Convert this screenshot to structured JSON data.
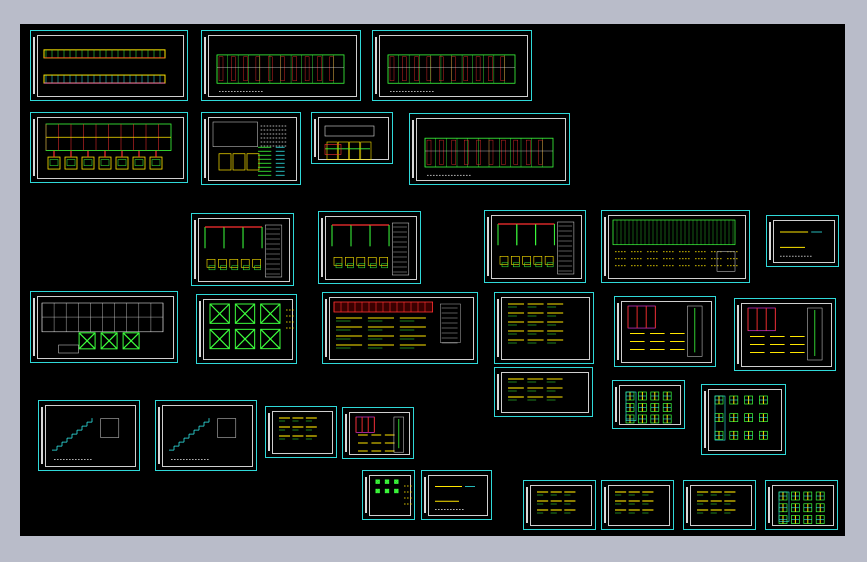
{
  "colors": {
    "viewport_bg": "#b9bcc9",
    "canvas_bg": "#000000",
    "sheet_border": "#2fd9d9",
    "line_green": "#3cff3c",
    "line_yellow": "#ffe600",
    "line_red": "#ff3030",
    "line_magenta": "#ff40ff",
    "line_white": "#dcdcdc",
    "line_cyan": "#30e8e8"
  },
  "icons": [
    "drawing-sheet-icon"
  ],
  "sheets": [
    {
      "name": "sheet-elevations",
      "kind": "elevation"
    },
    {
      "name": "sheet-plan-1",
      "kind": "plan"
    },
    {
      "name": "sheet-plan-2",
      "kind": "plan"
    },
    {
      "name": "sheet-foundation",
      "kind": "foundation"
    },
    {
      "name": "sheet-notes",
      "kind": "notes"
    },
    {
      "name": "sheet-sections",
      "kind": "sections"
    },
    {
      "name": "sheet-roof-plan",
      "kind": "plan"
    },
    {
      "name": "sheet-frame-1",
      "kind": "frame"
    },
    {
      "name": "sheet-frame-2",
      "kind": "frame"
    },
    {
      "name": "sheet-frame-3",
      "kind": "frame"
    },
    {
      "name": "sheet-roof-purlin",
      "kind": "grid"
    },
    {
      "name": "sheet-small-detail-1",
      "kind": "detail"
    },
    {
      "name": "sheet-bracing-elev",
      "kind": "bracing"
    },
    {
      "name": "sheet-bracing-details",
      "kind": "xbrace"
    },
    {
      "name": "sheet-beam-red",
      "kind": "beams"
    },
    {
      "name": "sheet-beams-yellow-1",
      "kind": "beams"
    },
    {
      "name": "sheet-column-details",
      "kind": "columns"
    },
    {
      "name": "sheet-column-details-2",
      "kind": "columns"
    },
    {
      "name": "sheet-beams-yellow-2",
      "kind": "beams"
    },
    {
      "name": "sheet-node-details-1",
      "kind": "nodes"
    },
    {
      "name": "sheet-node-details-2",
      "kind": "nodes"
    },
    {
      "name": "sheet-stair-1",
      "kind": "stair"
    },
    {
      "name": "sheet-stair-2",
      "kind": "stair"
    },
    {
      "name": "sheet-beam-details-3",
      "kind": "beams"
    },
    {
      "name": "sheet-beam-details-4",
      "kind": "columns"
    },
    {
      "name": "sheet-xbrace-small",
      "kind": "xbrace"
    },
    {
      "name": "sheet-detail-small",
      "kind": "detail"
    },
    {
      "name": "sheet-section-bottom-1",
      "kind": "beams"
    },
    {
      "name": "sheet-section-bottom-2",
      "kind": "beams"
    },
    {
      "name": "sheet-section-bottom-3",
      "kind": "beams"
    },
    {
      "name": "sheet-section-bottom-4",
      "kind": "nodes"
    }
  ]
}
